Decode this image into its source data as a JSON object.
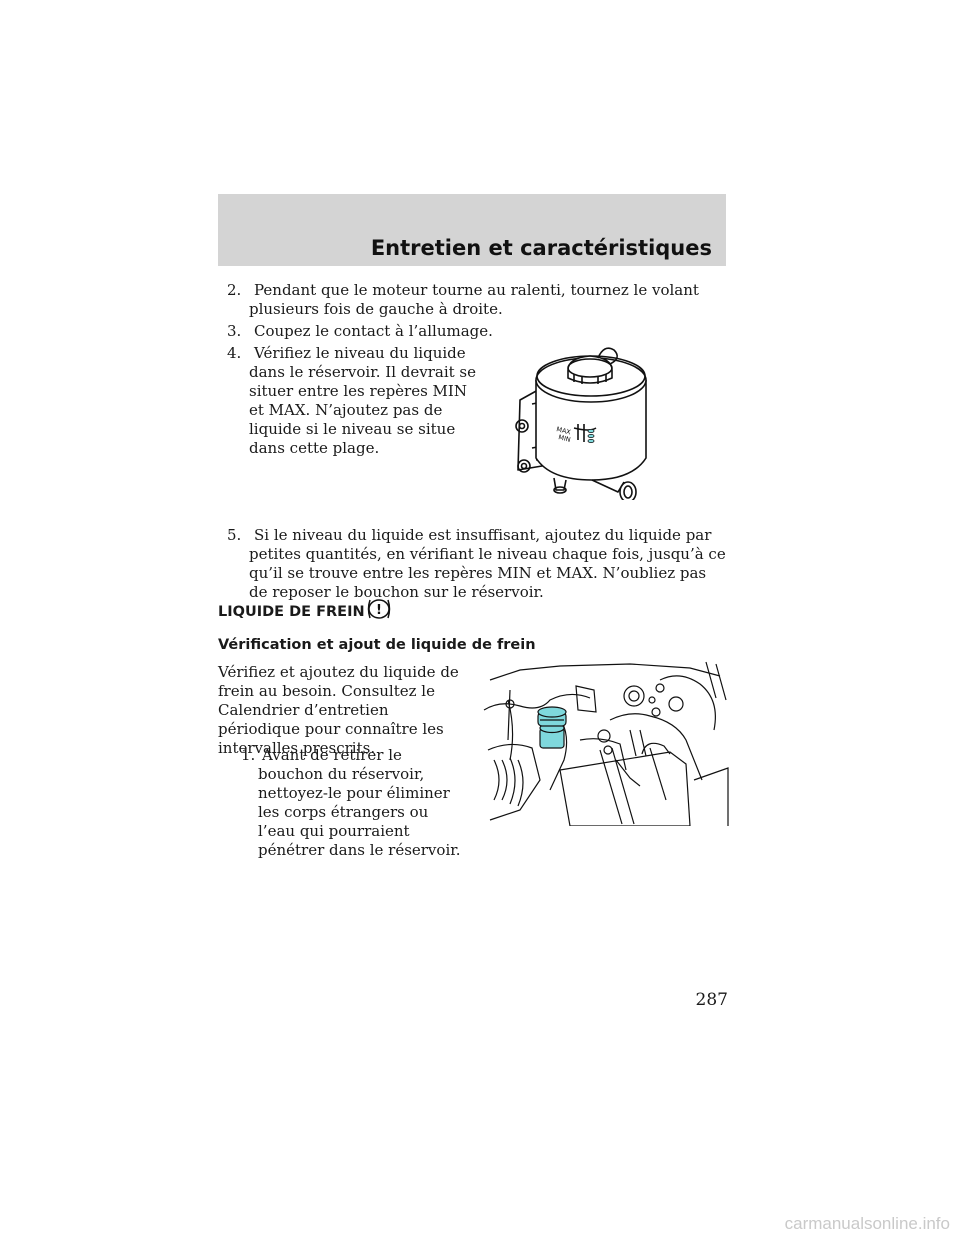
{
  "header": {
    "title": "Entretien et caractéristiques"
  },
  "steps_top": [
    {
      "num": "2.",
      "text": "Pendant que le moteur tourne au ralenti, tournez le volant plusieurs fois de gauche à droite."
    },
    {
      "num": "3.",
      "text": "Coupez le contact à l’allumage."
    },
    {
      "num": "4.",
      "text": "Vérifiez le niveau du liquide dans le réservoir. Il devrait se situer entre les repères MIN et MAX. N’ajoutez pas de liquide si le niveau se situe dans cette plage."
    },
    {
      "num": "5.",
      "text": "Si le niveau du liquide est insuffisant, ajoutez du liquide par petites quantités, en vérifiant le niveau chaque fois, jusqu’à ce qu’il se trouve entre les repères MIN et MAX. N’oubliez pas de reposer le bouchon sur le réservoir."
    }
  ],
  "reservoir_figure": {
    "max_label": "MAX",
    "min_label": "MIN"
  },
  "brake": {
    "heading": "LIQUIDE DE FREIN",
    "warning_symbol": "!",
    "subheading": "Vérification et ajout de liquide de frein",
    "intro": "Vérifiez et ajoutez du liquide de frein au besoin. Consultez le Calendrier d’entretien périodique pour connaître les intervalles prescrits.",
    "step1_num": "1.",
    "step1_text": "Avant de retirer le bouchon du réservoir, nettoyez-le pour éliminer les corps étrangers ou l’eau qui pourraient pénétrer dans le réservoir.",
    "highlight_color": "#7fd8dc"
  },
  "page_number": "287",
  "watermark": "carmanualsonline.info"
}
